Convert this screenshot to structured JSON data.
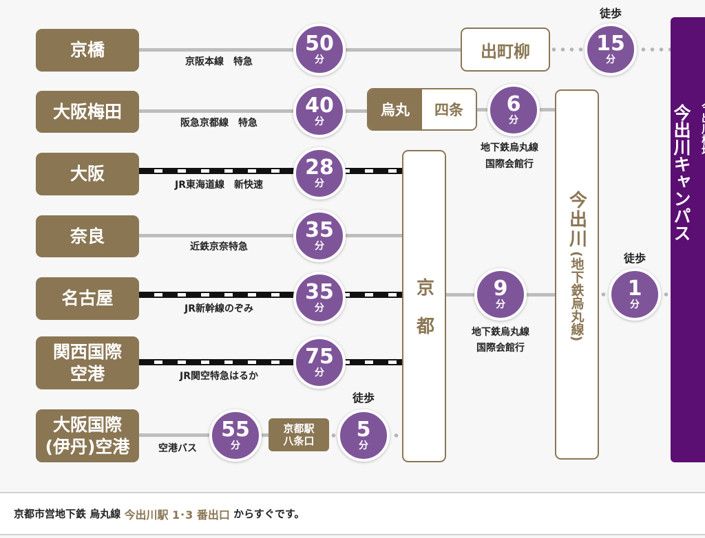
{
  "origins": [
    "京橋",
    "大阪梅田",
    "大阪",
    "奈良",
    "名古屋",
    "関西国際空港",
    "大阪国際(伊丹)空港"
  ],
  "origin_lines": {
    "kansai": [
      "関西国際",
      "空港"
    ],
    "itami": [
      "大阪国際",
      "(伊丹)空港"
    ]
  },
  "routes": [
    "京阪本線　特急",
    "阪急京都線　特急",
    "JR東海道線　新快速",
    "近鉄京奈特急",
    "JR新幹線のぞみ",
    "JR関空特急はるか",
    "空港バス"
  ],
  "times": [
    "50",
    "40",
    "28",
    "35",
    "35",
    "75",
    "55"
  ],
  "unit": "分",
  "walk": "徒歩",
  "demachiyanagi": {
    "name": "出町柳",
    "walk_time": "15"
  },
  "karasuma": {
    "left": "烏丸",
    "right": "四条",
    "time": "6",
    "line": "地下鉄烏丸線",
    "dest": "国際会館行"
  },
  "kyoto": {
    "name": "京都",
    "time": "9",
    "line": "地下鉄烏丸線",
    "dest": "国際会館行"
  },
  "kyoto_hachijo": {
    "line1": "京都駅",
    "line2": "八条口",
    "walk_time": "5"
  },
  "imadegawa": {
    "name": "今出川",
    "sub": "(地下鉄烏丸線)",
    "walk_time": "1"
  },
  "campus": {
    "small": "今出川校地",
    "large": "今出川キャンパス"
  },
  "footer": {
    "prefix": "京都市営地下鉄 烏丸線 ",
    "highlight": "今出川駅 1･3 番出口",
    "suffix": " からすぐです。"
  },
  "colors": {
    "brown": "#8a7653",
    "purple": "#7f559a",
    "campus": "#5b0f72"
  }
}
